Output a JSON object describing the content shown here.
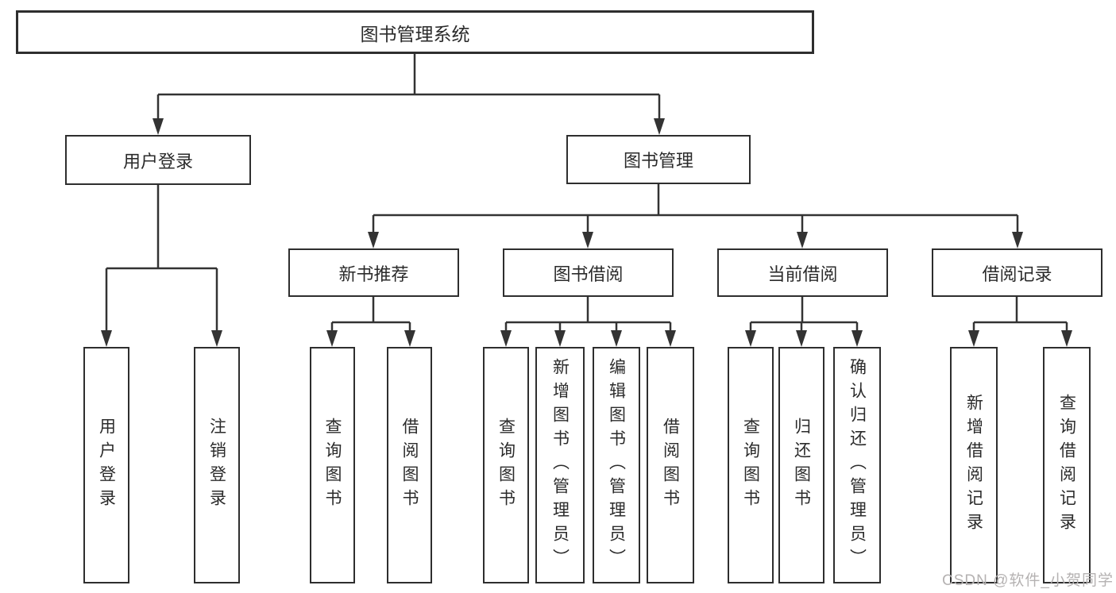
{
  "tree": {
    "root": {
      "label": "图书管理系统"
    },
    "branches": [
      {
        "label": "用户登录",
        "children": [
          {
            "label": "用户登录"
          },
          {
            "label": "注销登录"
          }
        ]
      },
      {
        "label": "图书管理",
        "groups": [
          {
            "label": "新书推荐",
            "children": [
              {
                "label": "查询图书"
              },
              {
                "label": "借阅图书"
              }
            ]
          },
          {
            "label": "图书借阅",
            "children": [
              {
                "label": "查询图书"
              },
              {
                "label": "新增图书（管理员）"
              },
              {
                "label": "编辑图书（管理员）"
              },
              {
                "label": "借阅图书"
              }
            ]
          },
          {
            "label": "当前借阅",
            "children": [
              {
                "label": "查询图书"
              },
              {
                "label": "归还图书"
              },
              {
                "label": "确认归还（管理员）"
              }
            ]
          },
          {
            "label": "借阅记录",
            "children": [
              {
                "label": "新增借阅记录"
              },
              {
                "label": "查询借阅记录"
              }
            ]
          }
        ]
      }
    ]
  },
  "watermark": {
    "text": "CSDN @软件_小贺同学"
  },
  "colors": {
    "line": "#333333",
    "box_border": "#2e2e2e",
    "text": "#2b2b2b",
    "background": "#ffffff",
    "watermark": "#b5b2b2"
  }
}
